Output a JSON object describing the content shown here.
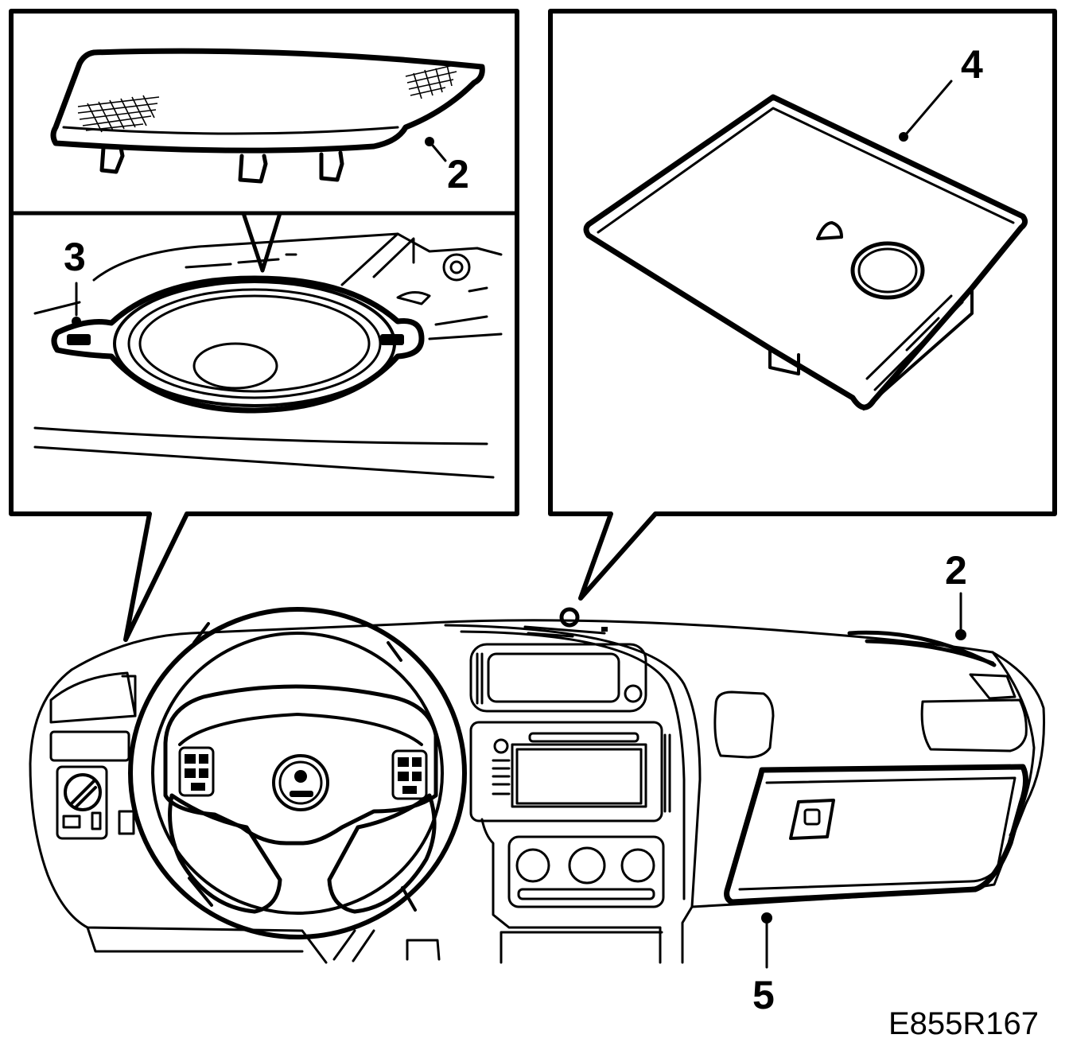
{
  "figure_id": "E855R167",
  "callouts": {
    "grille_inset": "2",
    "speaker": "3",
    "cover": "4",
    "dashboard_grille": "2",
    "glovebox": "5"
  },
  "colors": {
    "line": "#000000",
    "background": "#ffffff"
  }
}
